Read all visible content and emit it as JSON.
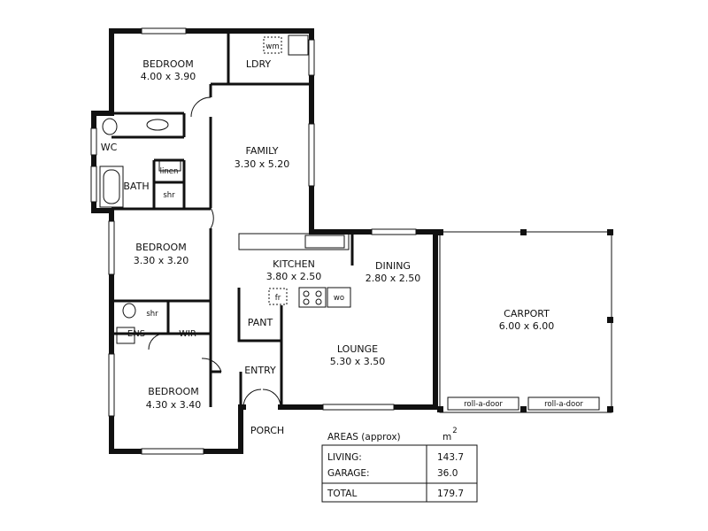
{
  "rooms": {
    "bedroom1": {
      "name": "BEDROOM",
      "dims": "4.00 x 3.90"
    },
    "laundry": {
      "name": "LDRY",
      "wm": "wm"
    },
    "family": {
      "name": "FAMILY",
      "dims": "3.30 x 5.20"
    },
    "wc": {
      "name": "WC"
    },
    "bath": {
      "name": "BATH"
    },
    "linen": {
      "name": "linen"
    },
    "shower1": {
      "name": "shr"
    },
    "bedroom2": {
      "name": "BEDROOM",
      "dims": "3.30 x 3.20"
    },
    "kitchen": {
      "name": "KITCHEN",
      "dims": "3.80 x 2.50",
      "fridge": "fr",
      "wo": "wo"
    },
    "dining": {
      "name": "DINING",
      "dims": "2.80 x 2.50"
    },
    "carport": {
      "name": "CARPORT",
      "dims": "6.00 x 6.00",
      "door1": "roll-a-door",
      "door2": "roll-a-door"
    },
    "pantry": {
      "name": "PANT"
    },
    "ensuite": {
      "name": "ENS"
    },
    "shower2": {
      "name": "shr"
    },
    "wir": {
      "name": "WIR"
    },
    "entry": {
      "name": "ENTRY"
    },
    "lounge": {
      "name": "LOUNGE",
      "dims": "5.30 x 3.50"
    },
    "bedroom3": {
      "name": "BEDROOM",
      "dims": "4.30 x 3.40"
    },
    "porch": {
      "name": "PORCH"
    }
  },
  "areas": {
    "title": "AREAS (approx)",
    "unit": "m",
    "unit_sup": "2",
    "rows": [
      {
        "label": "LIVING:",
        "value": "143.7"
      },
      {
        "label": "GARAGE:",
        "value": "36.0"
      }
    ],
    "total": {
      "label": "TOTAL",
      "value": "179.7"
    }
  }
}
